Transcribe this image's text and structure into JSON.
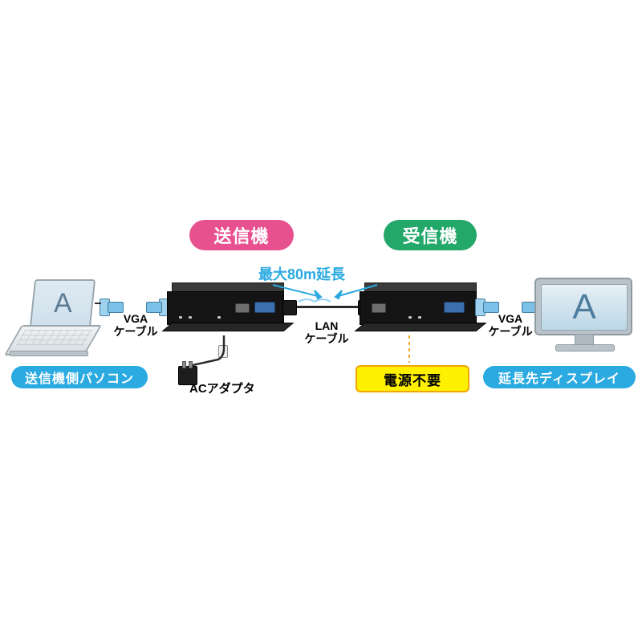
{
  "diagram": {
    "title_badges": {
      "transmitter": "送信機",
      "receiver": "受信機"
    },
    "distance_label": "最大80m延長",
    "cables": {
      "vga_left": {
        "line1": "VGA",
        "line2": "ケーブル"
      },
      "lan": {
        "line1": "LAN",
        "line2": "ケーブル"
      },
      "vga_right": {
        "line1": "VGA",
        "line2": "ケーブル"
      }
    },
    "device_labels": {
      "source_pc": "送信機側パソコン",
      "ac_adapter": "ACアダプタ",
      "no_power": "電源不要",
      "remote_display": "延長先ディスプレイ"
    },
    "screen_glyphs": {
      "laptop": "A",
      "monitor": "A"
    },
    "colors": {
      "pink": "#e8518f",
      "green": "#23a86a",
      "blue": "#2aaae1",
      "yellow": "#ffef00",
      "yellow_border": "#f0a500",
      "dashed_orange": "#f5a623"
    }
  }
}
